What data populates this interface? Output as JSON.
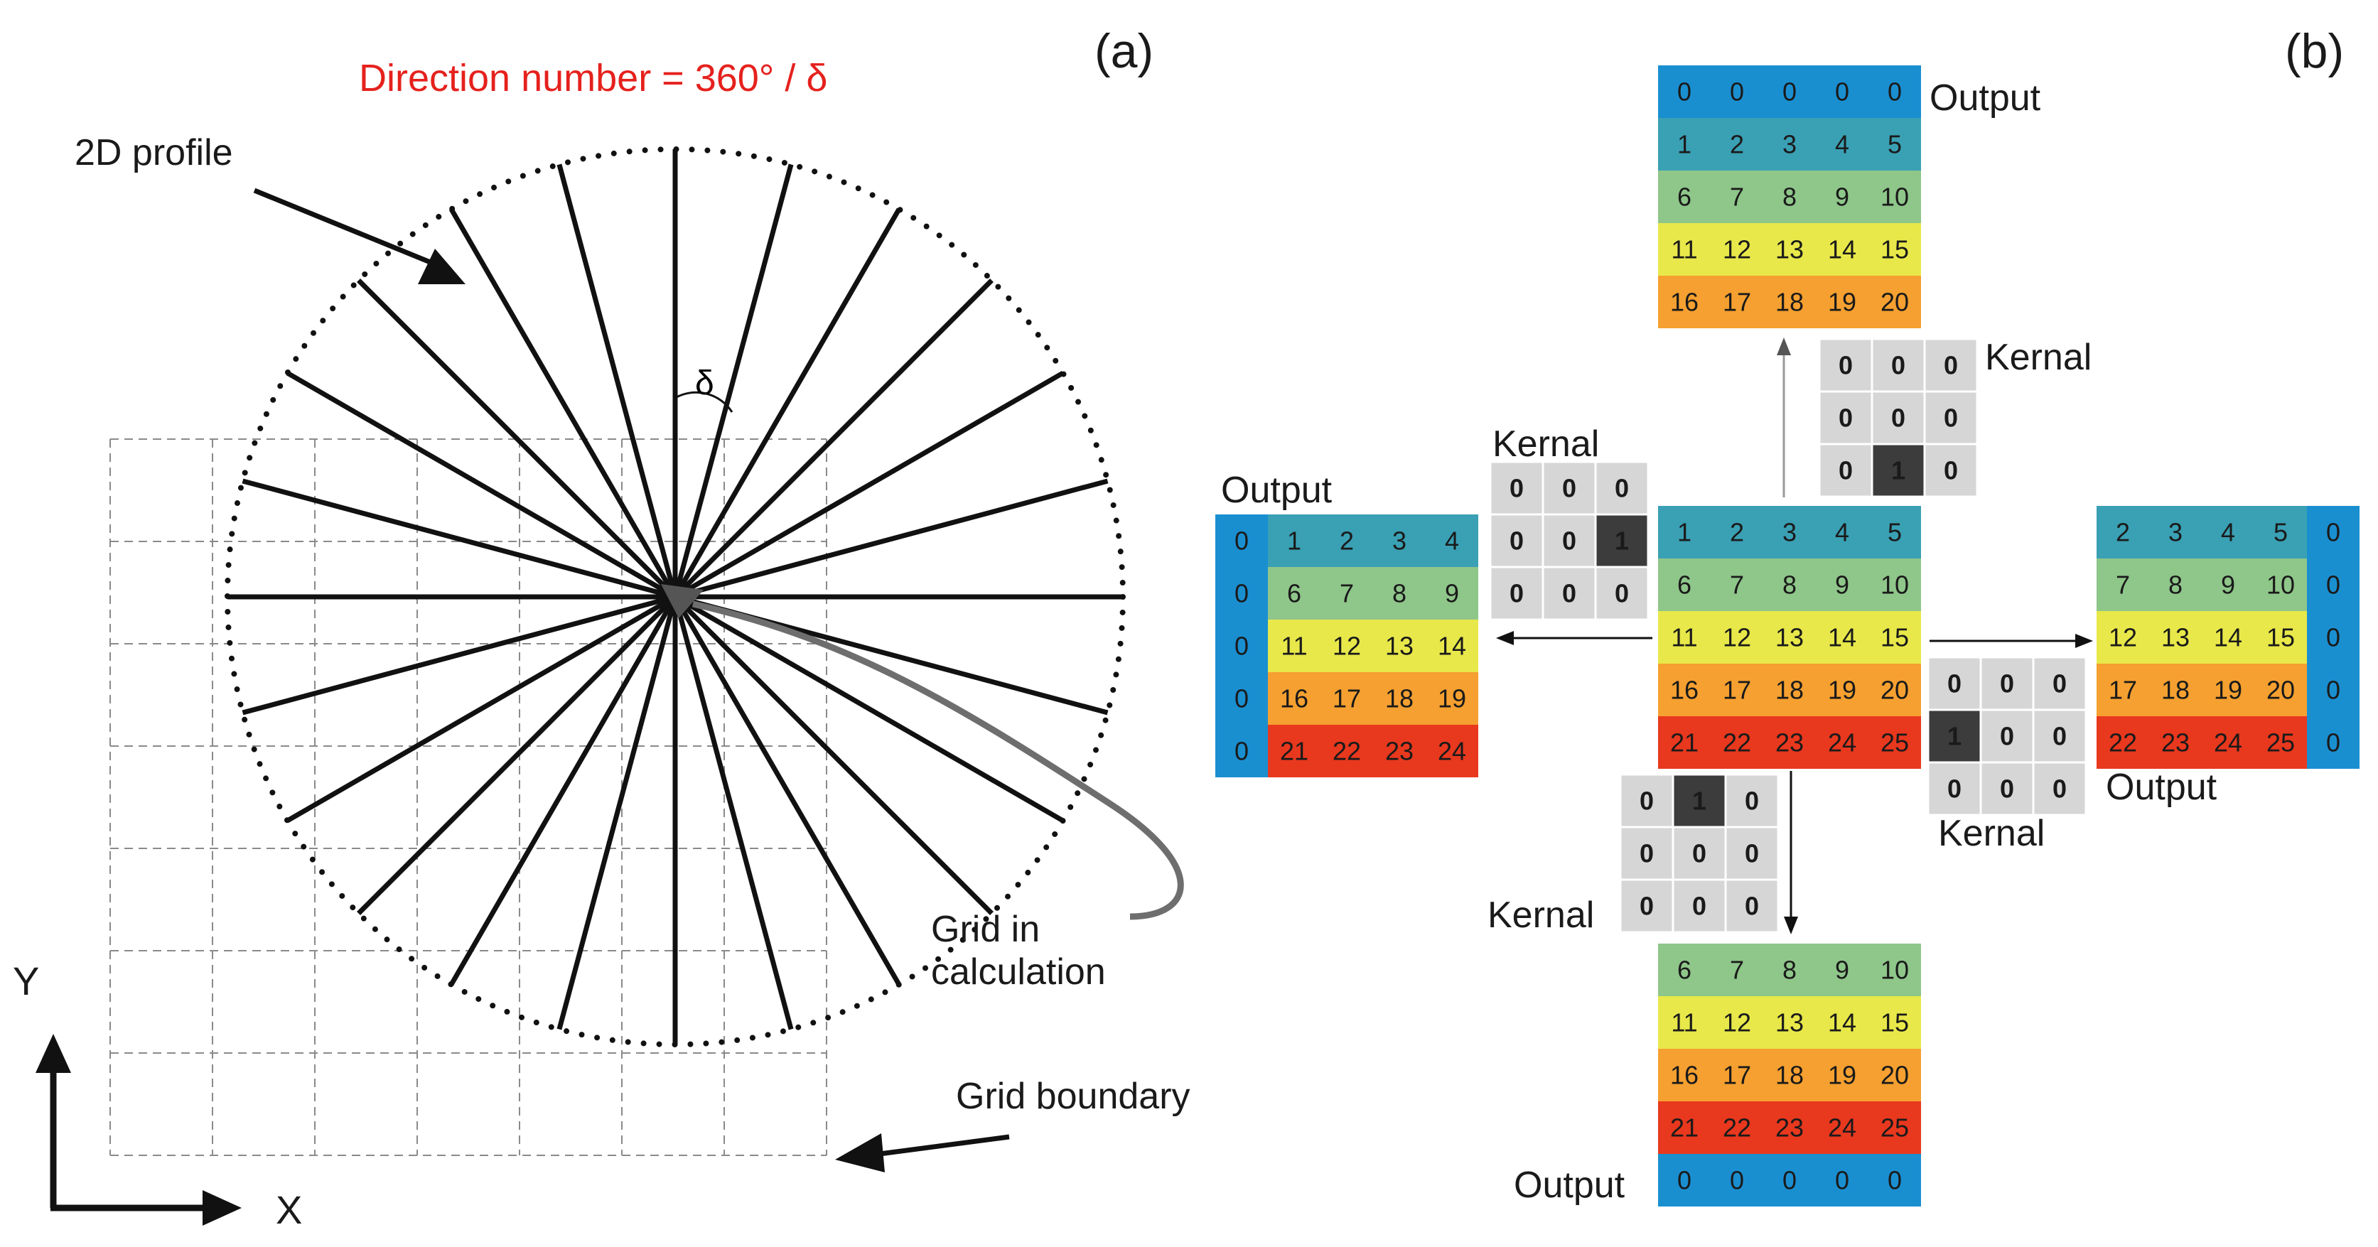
{
  "panel_a": {
    "label": "(a)",
    "formula": "Direction number = 360°  / δ",
    "profile_label": "2D  profile",
    "delta_symbol": "δ",
    "grid_calc_label_line1": "Grid in",
    "grid_calc_label_line2": "calculation",
    "grid_boundary_label": "Grid boundary",
    "y_axis": "Y",
    "x_axis": "X",
    "direction_count": 24
  },
  "panel_b": {
    "label": "(b)",
    "kernel_label": "Kernal",
    "output_label": "Output",
    "center_grid": [
      [
        1,
        2,
        3,
        4,
        5
      ],
      [
        6,
        7,
        8,
        9,
        10
      ],
      [
        11,
        12,
        13,
        14,
        15
      ],
      [
        16,
        17,
        18,
        19,
        20
      ],
      [
        21,
        22,
        23,
        24,
        25
      ]
    ],
    "top_output": [
      [
        0,
        0,
        0,
        0,
        0
      ],
      [
        1,
        2,
        3,
        4,
        5
      ],
      [
        6,
        7,
        8,
        9,
        10
      ],
      [
        11,
        12,
        13,
        14,
        15
      ],
      [
        16,
        17,
        18,
        19,
        20
      ]
    ],
    "bottom_output": [
      [
        6,
        7,
        8,
        9,
        10
      ],
      [
        11,
        12,
        13,
        14,
        15
      ],
      [
        16,
        17,
        18,
        19,
        20
      ],
      [
        21,
        22,
        23,
        24,
        25
      ],
      [
        0,
        0,
        0,
        0,
        0
      ]
    ],
    "left_output": [
      [
        0,
        1,
        2,
        3,
        4
      ],
      [
        0,
        6,
        7,
        8,
        9
      ],
      [
        0,
        11,
        12,
        13,
        14
      ],
      [
        0,
        16,
        17,
        18,
        19
      ],
      [
        0,
        21,
        22,
        23,
        24
      ]
    ],
    "right_output": [
      [
        2,
        3,
        4,
        5,
        0
      ],
      [
        7,
        8,
        9,
        10,
        0
      ],
      [
        12,
        13,
        14,
        15,
        0
      ],
      [
        17,
        18,
        19,
        20,
        0
      ],
      [
        22,
        23,
        24,
        25,
        0
      ]
    ],
    "kernel_top": [
      [
        0,
        0,
        0
      ],
      [
        0,
        0,
        0
      ],
      [
        0,
        1,
        0
      ]
    ],
    "kernel_left": [
      [
        0,
        0,
        0
      ],
      [
        0,
        0,
        1
      ],
      [
        0,
        0,
        0
      ]
    ],
    "kernel_right": [
      [
        0,
        0,
        0
      ],
      [
        1,
        0,
        0
      ],
      [
        0,
        0,
        0
      ]
    ],
    "kernel_bottom": [
      [
        0,
        1,
        0
      ],
      [
        0,
        0,
        0
      ],
      [
        0,
        0,
        0
      ]
    ]
  },
  "colors": {
    "zero": "#1a8fd0",
    "row1": "#3aa0b4",
    "row2": "#8fc68a",
    "row3": "#e8e84a",
    "row4": "#f5a030",
    "row5": "#e8381e",
    "formula": "#e5211d",
    "kernel_bg": "#d6d6d6",
    "kernel_one": "#3c3c3c"
  }
}
